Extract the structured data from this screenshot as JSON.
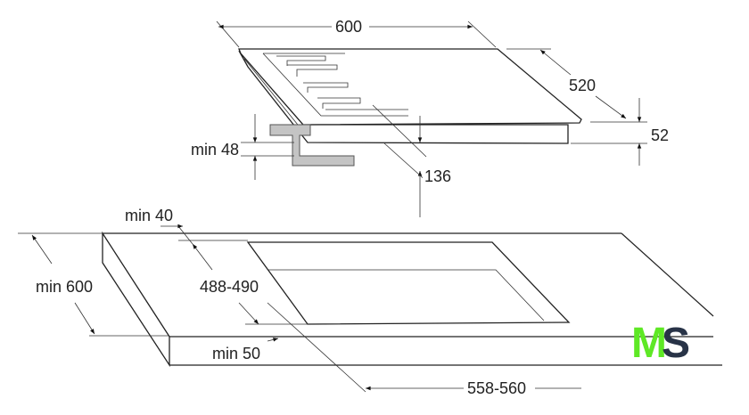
{
  "dimensions": {
    "hob_width": "600",
    "hob_depth": "520",
    "hob_height": "52",
    "hob_under_depth": "136",
    "bracket_min": "min 48",
    "front_clearance": "min 40",
    "cutout_depth": "488-490",
    "worktop_depth": "min 600",
    "rear_clearance": "min 50",
    "cutout_width": "558-560"
  },
  "logo": {
    "letter1": "M",
    "letter2": "S",
    "color1": "#5ee825",
    "color2": "#283347"
  },
  "colors": {
    "bracket": "#c4c4c4",
    "line": "#222222"
  }
}
